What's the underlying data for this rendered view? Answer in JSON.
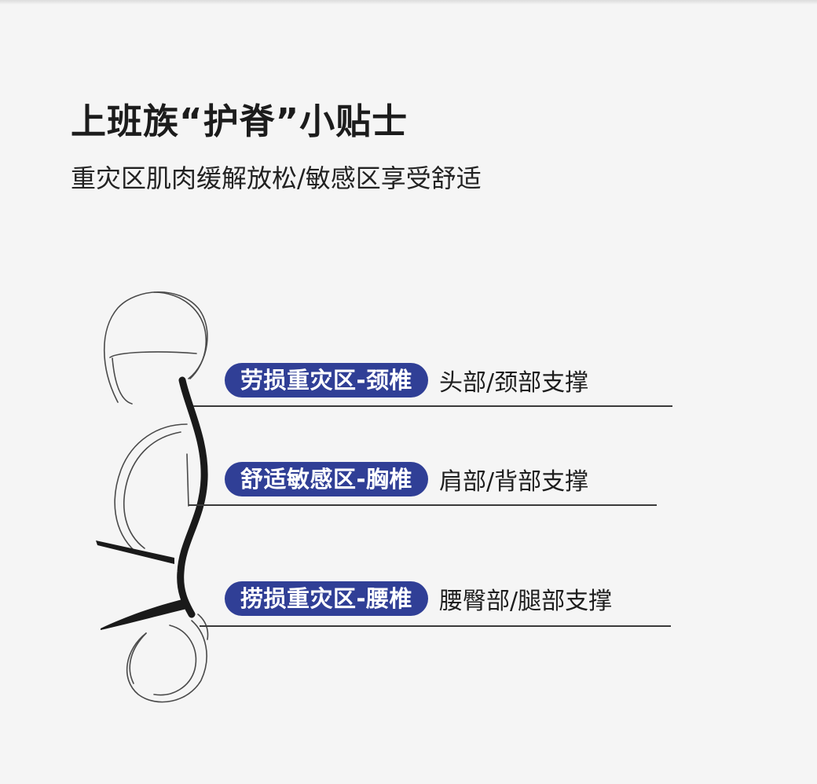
{
  "header": {
    "title": "上班族“护脊”小贴士",
    "subtitle": "重灾区肌肉缓解放松/敏感区享受舒适"
  },
  "zones": [
    {
      "tag": "劳损重灾区-颈椎",
      "support": "头部/颈部支撑"
    },
    {
      "tag": "舒适敏感区-胸椎",
      "support": "肩部/背部支撑"
    },
    {
      "tag": "捞损重灾区-腰椎",
      "support": "腰臀部/腿部支撑"
    }
  ],
  "colors": {
    "pill": "#303f96",
    "text": "#1c1c1c",
    "background": "#f5f5f5",
    "spine": "#1a1a1a"
  }
}
